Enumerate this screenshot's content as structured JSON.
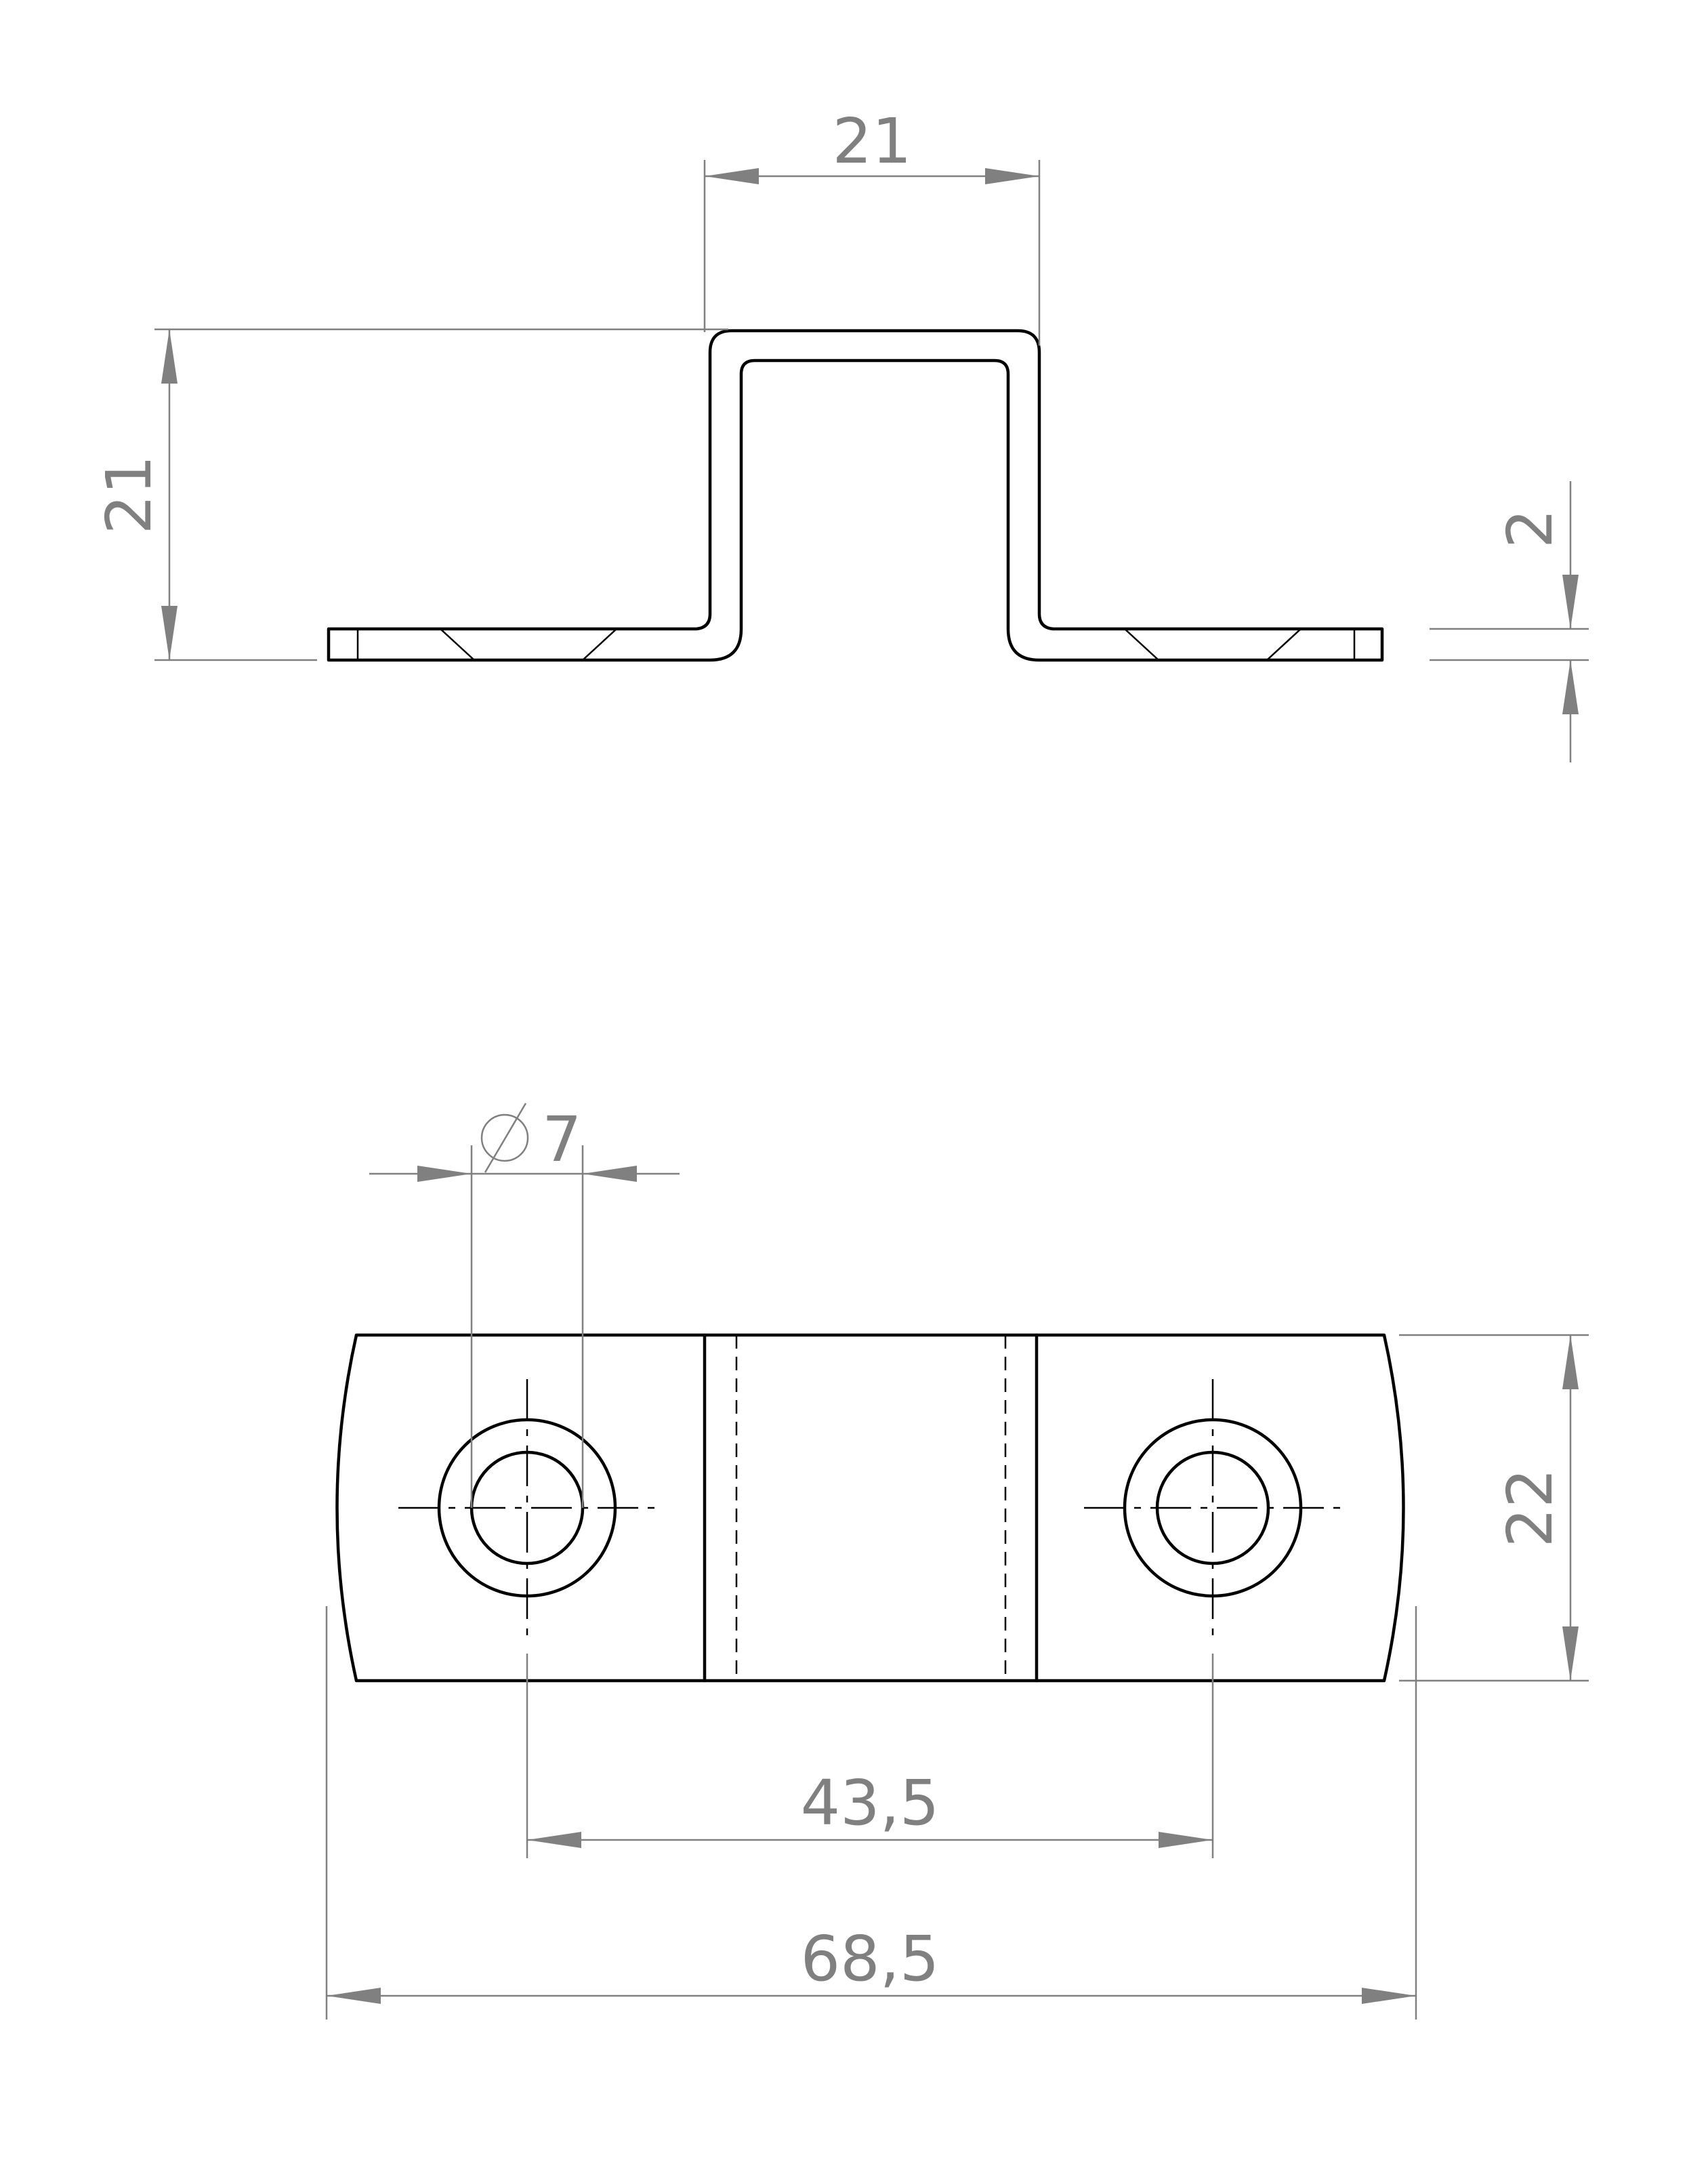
{
  "colors": {
    "part_line": "#000000",
    "dimension": "#808080",
    "background": "#ffffff"
  },
  "dimensions": {
    "top_width": "21",
    "height": "21",
    "thickness": "2",
    "hole_diameter": "7",
    "hole_diameter_symbol": "diameter-symbol",
    "hole_spacing": "43,5",
    "overall_width": "68,5",
    "plate_depth": "22"
  }
}
